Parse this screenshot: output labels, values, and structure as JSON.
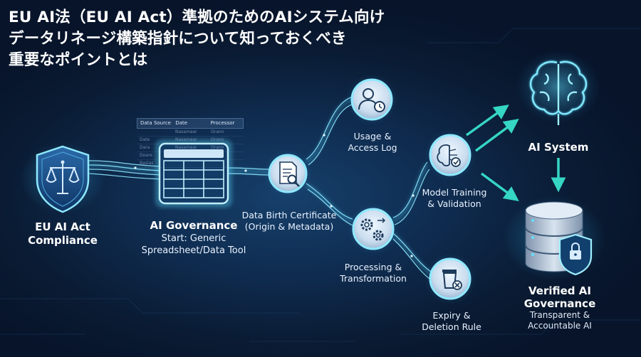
{
  "title": {
    "line1": "EU AI法（EU AI Act）準拠のためのAIシステム向け",
    "line2": "データリネージ構築指針について知っておくべき",
    "line3": "重要なポイントとは"
  },
  "nodes": {
    "compliance": {
      "line1": "EU AI Act",
      "line2": "Compliance"
    },
    "governance": {
      "title": "AI Governance",
      "line1": "Start: Generic",
      "line2": "Spreadsheet/Data Tool"
    },
    "birth": {
      "line1": "Data Birth Certificate",
      "line2": "(Origin & Metadata)"
    },
    "usage": {
      "line1": "Usage &",
      "line2": "Access Log"
    },
    "processing": {
      "line1": "Processing &",
      "line2": "Transformation"
    },
    "training": {
      "line1": "Model Training",
      "line2": "& Validation"
    },
    "expiry": {
      "line1": "Expiry &",
      "line2": "Deletion Rule"
    },
    "ai_system": {
      "title": "AI System"
    },
    "verified": {
      "line1": "Verified AI",
      "line2": "Governance",
      "line3": "Transparent &",
      "line4": "Accountable AI"
    }
  },
  "mini_table": {
    "headers": [
      "Data Source",
      "Date",
      "Processor"
    ],
    "rows": [
      [
        "",
        "Nasamaar",
        "Orann"
      ],
      [
        "Date",
        "Nasamaar",
        "Orann"
      ],
      [
        "Dara",
        "Nasamaar",
        "Orann"
      ],
      [
        "Doare",
        "",
        ""
      ],
      [
        "Baslas",
        "",
        ""
      ]
    ]
  },
  "icons": {
    "compliance": "shield-scales-icon",
    "governance": "spreadsheet-icon",
    "birth": "document-search-icon",
    "usage": "user-clock-icon",
    "processing": "gears-icon",
    "training": "brain-check-icon",
    "expiry": "trash-x-icon",
    "ai_system": "brain-icon",
    "verified": "database-lock-icon"
  },
  "colors": {
    "background": "#0a1b33",
    "glow": "#4fd6ff",
    "node_ring": "#7fe3ff",
    "arrow": "#35d6c4",
    "text": "#ffffff"
  }
}
